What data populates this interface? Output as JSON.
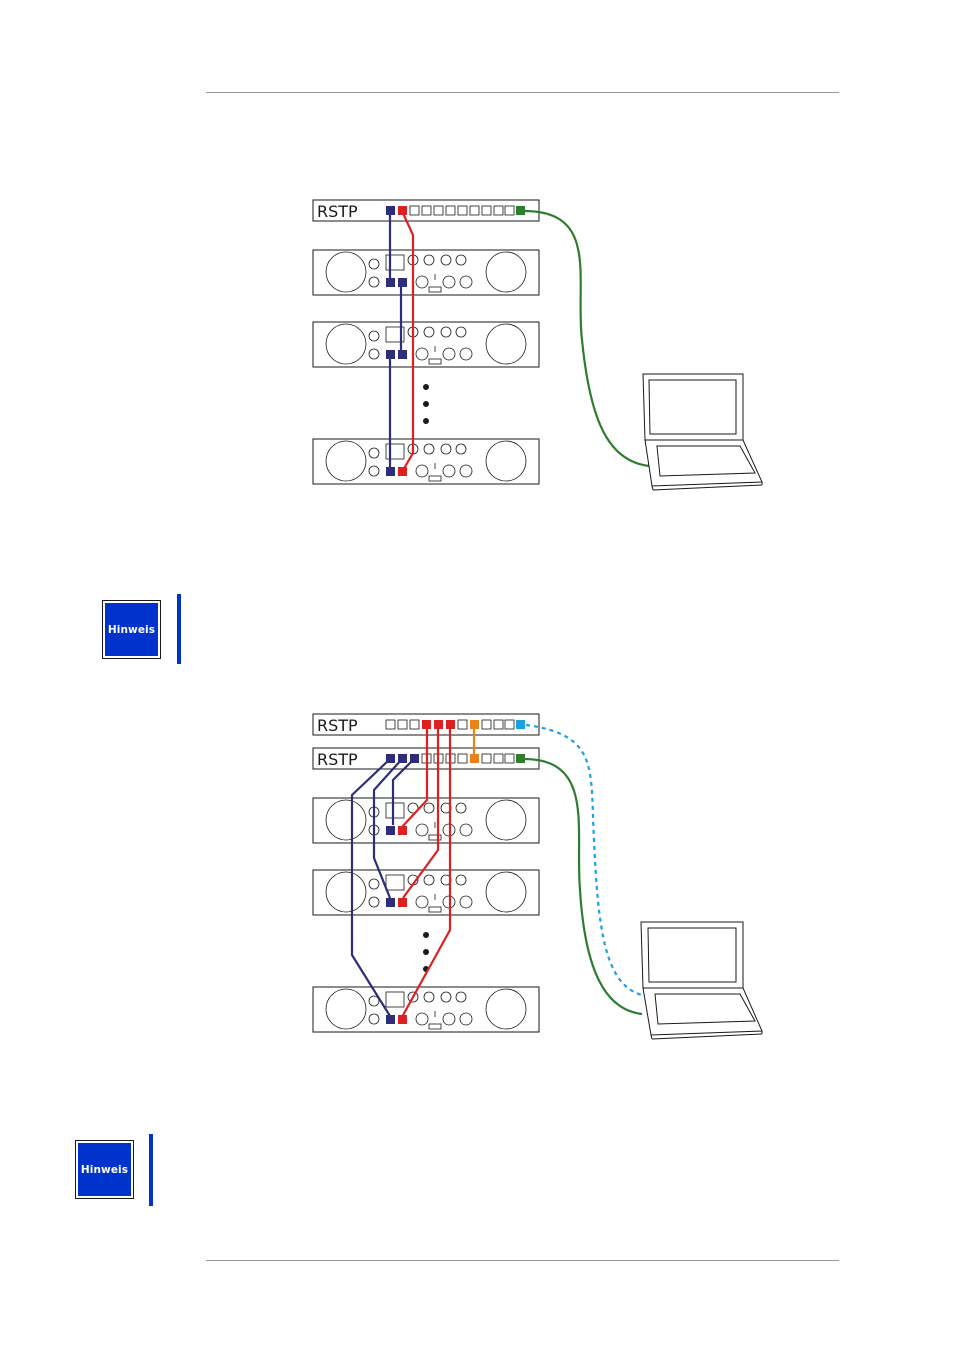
{
  "notes": [
    {
      "label": "Hinweis"
    },
    {
      "label": "Hinweis"
    }
  ],
  "diagrams": [
    {
      "switches": [
        {
          "label": "RSTP"
        }
      ]
    },
    {
      "switches": [
        {
          "label": "RSTP"
        },
        {
          "label": "RSTP"
        }
      ]
    }
  ],
  "colors": {
    "switch_link": "#2d2d7a",
    "ring_link": "#dd2020",
    "pc_link": "#2e7d2e",
    "inter_switch_link": "#e8821a",
    "backup_link": "#1ea0e0",
    "note_accent": "#0033cc"
  }
}
